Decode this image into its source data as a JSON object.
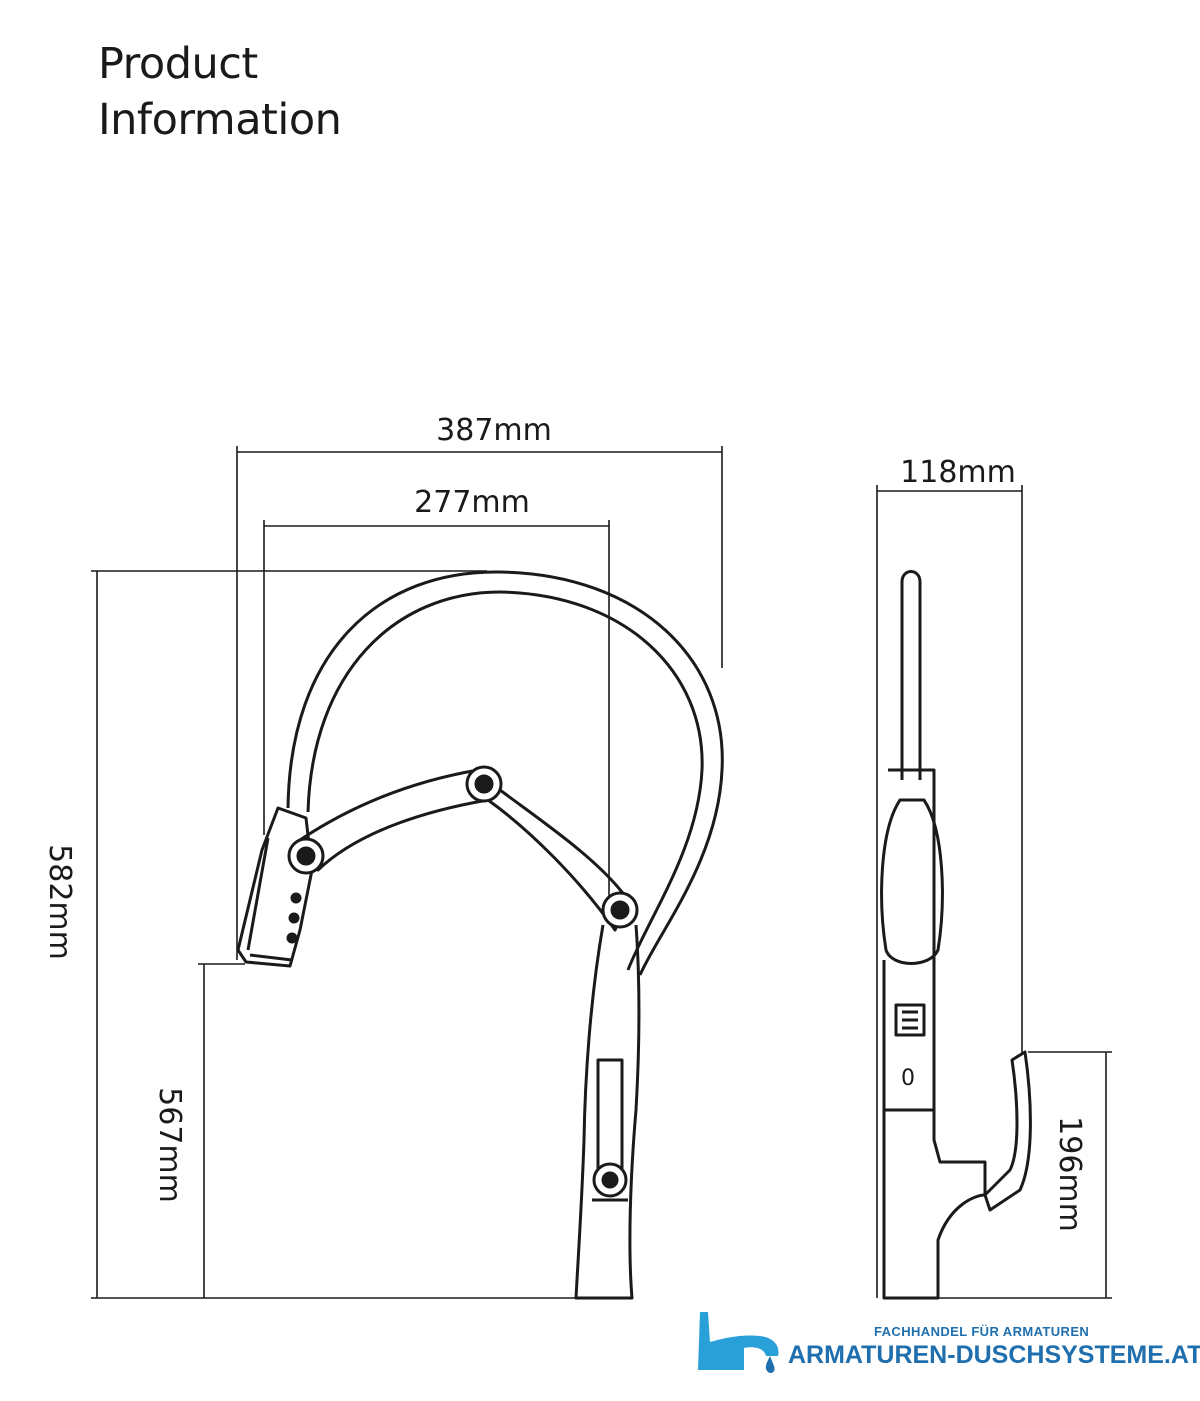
{
  "header": {
    "title_line1": "Product",
    "title_line2": "Information"
  },
  "dimensions": {
    "overall_reach": "387mm",
    "spout_reach": "277mm",
    "total_height": "582mm",
    "spout_height": "567mm",
    "side_depth": "118mm",
    "handle_height": "196mm"
  },
  "side_view": {
    "indicator": "0"
  },
  "branding": {
    "tagline": "FACHHANDEL FÜR ARMATUREN",
    "name": "ARMATUREN-DUSCHSYSTEME.AT",
    "brand_color": "#1f6fae",
    "logo_color": "#2aa0d8"
  },
  "colors": {
    "line": "#1a1a1a",
    "fill_light": "#ffffff"
  }
}
